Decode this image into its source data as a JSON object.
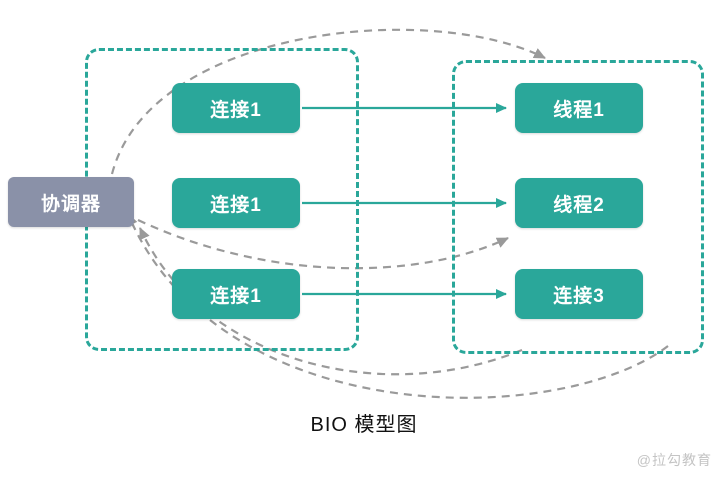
{
  "diagram": {
    "title": "BIO 模型图",
    "watermark": "@拉勾教育",
    "coordinator": {
      "label": "协调器"
    },
    "left_nodes": [
      {
        "label": "连接1"
      },
      {
        "label": "连接1"
      },
      {
        "label": "连接1"
      }
    ],
    "right_nodes": [
      {
        "label": "线程1"
      },
      {
        "label": "线程2"
      },
      {
        "label": "连接3"
      }
    ],
    "colors": {
      "node_teal": "#2aa79a",
      "coordinator_gray": "#8a91a8",
      "group_border": "#2aa79a",
      "solid_arrow": "#2aa79a",
      "dashed_arrow": "#9a9a9a",
      "title_text": "#111111",
      "watermark_text": "#c4c4c4"
    }
  }
}
